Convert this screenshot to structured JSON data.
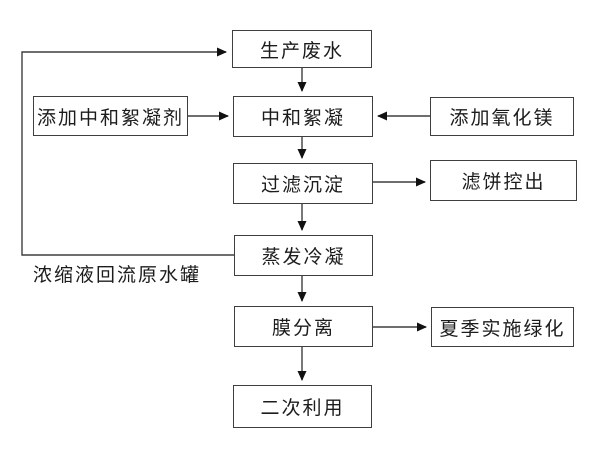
{
  "diagram": {
    "title": "wastewater-treatment-process-flowchart",
    "nodes": {
      "production_wastewater": "生产废水",
      "add_neutralizing_flocculant": "添加中和絮凝剂",
      "neutralization_flocculation": "中和絮凝",
      "add_magnesium_oxide": "添加氧化镁",
      "filtration_sedimentation": "过滤沉淀",
      "filter_cake_discharge": "滤饼控出",
      "evaporation_condensation": "蒸发冷凝",
      "membrane_separation": "膜分离",
      "summer_greening": "夏季实施绿化",
      "secondary_use": "二次利用"
    },
    "labels": {
      "concentrate_return": "浓缩液回流原水罐"
    },
    "edges": [
      {
        "from": "production_wastewater",
        "to": "neutralization_flocculation"
      },
      {
        "from": "add_neutralizing_flocculant",
        "to": "neutralization_flocculation"
      },
      {
        "from": "add_magnesium_oxide",
        "to": "neutralization_flocculation"
      },
      {
        "from": "neutralization_flocculation",
        "to": "filtration_sedimentation"
      },
      {
        "from": "filtration_sedimentation",
        "to": "filter_cake_discharge"
      },
      {
        "from": "filtration_sedimentation",
        "to": "evaporation_condensation"
      },
      {
        "from": "evaporation_condensation",
        "to": "membrane_separation"
      },
      {
        "from": "evaporation_condensation",
        "to": "production_wastewater",
        "label": "浓缩液回流原水罐"
      },
      {
        "from": "membrane_separation",
        "to": "summer_greening"
      },
      {
        "from": "membrane_separation",
        "to": "secondary_use"
      }
    ],
    "colors": {
      "background": "#ffffff",
      "line": "#3f3f3f",
      "arrowhead": "#111111",
      "box_border": "#3f3f3f",
      "box_fill": "#ffffff",
      "text": "#1c1c1c"
    }
  }
}
